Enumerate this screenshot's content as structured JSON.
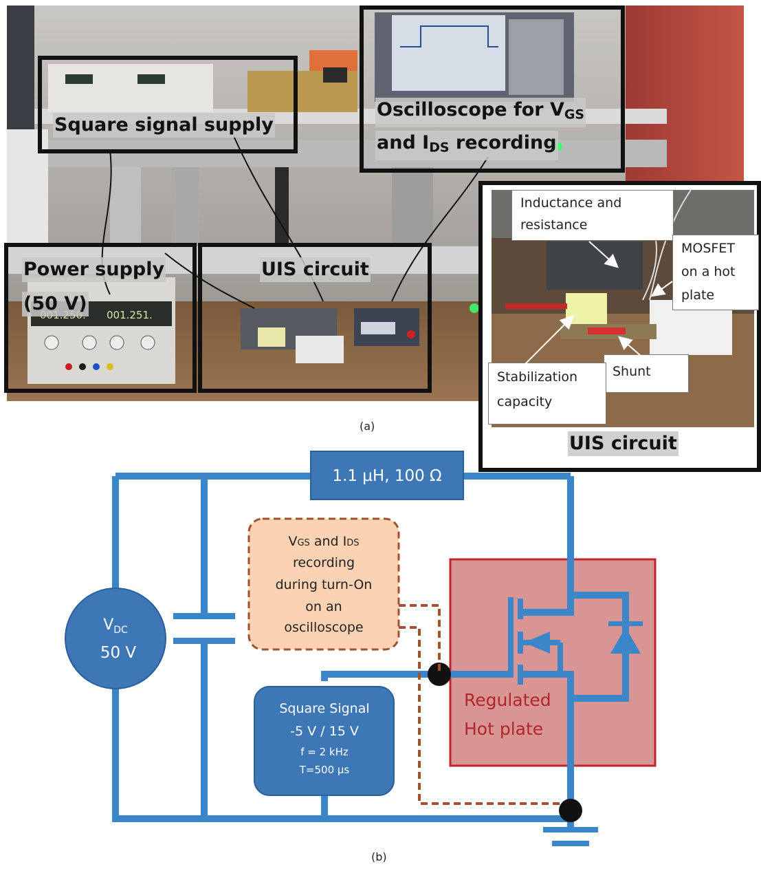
{
  "photo": {
    "square_supply": "Square signal supply",
    "osc_line1_prefix": "Oscilloscope for V",
    "osc_line1_sub": "GS",
    "osc_line2_prefix": "and I",
    "osc_line2_sub": "DS",
    "osc_line2_suffix": " recording",
    "power_line1": "Power supply",
    "power_line2": "(50 V)",
    "uis": "UIS circuit",
    "psu_display_left": "001.250.",
    "psu_display_right": "001.251.",
    "caption": "(a)"
  },
  "inset": {
    "inductance_line1": "Inductance and",
    "inductance_line2": "resistance",
    "mosfet_line1": "MOSFET",
    "mosfet_line2": "on a hot",
    "mosfet_line3": "plate",
    "stab_line1": "Stabilization",
    "stab_line2": "capacity",
    "shunt": "Shunt",
    "title": "UIS circuit"
  },
  "schematic": {
    "inductor": "1.1 µH, 100 Ω",
    "vdc_prefix": "V",
    "vdc_sub": "DC",
    "vdc_value": "50 V",
    "rec_l1_a": "V",
    "rec_l1_sub1": "GS",
    "rec_l1_b": " and I",
    "rec_l1_sub2": "DS",
    "rec_l2": "recording",
    "rec_l3": "during turn-On",
    "rec_l4": "on an",
    "rec_l5": "oscilloscope",
    "sq_l1": "Square Signal",
    "sq_l2": "-5 V / 15 V",
    "sq_l3": "f = 2 kHz",
    "sq_l4": "T=500 µs",
    "hot_l1": "Regulated",
    "hot_l2": "Hot plate",
    "caption": "(b)"
  },
  "colors": {
    "wire": "#3a86c8",
    "box": "#3e77b5",
    "hot_fill": "#d99594",
    "hot_border": "#c0272d",
    "hot_text": "#b0262b",
    "rec_fill": "#fbd2b2",
    "rec_border": "#a0522d"
  }
}
